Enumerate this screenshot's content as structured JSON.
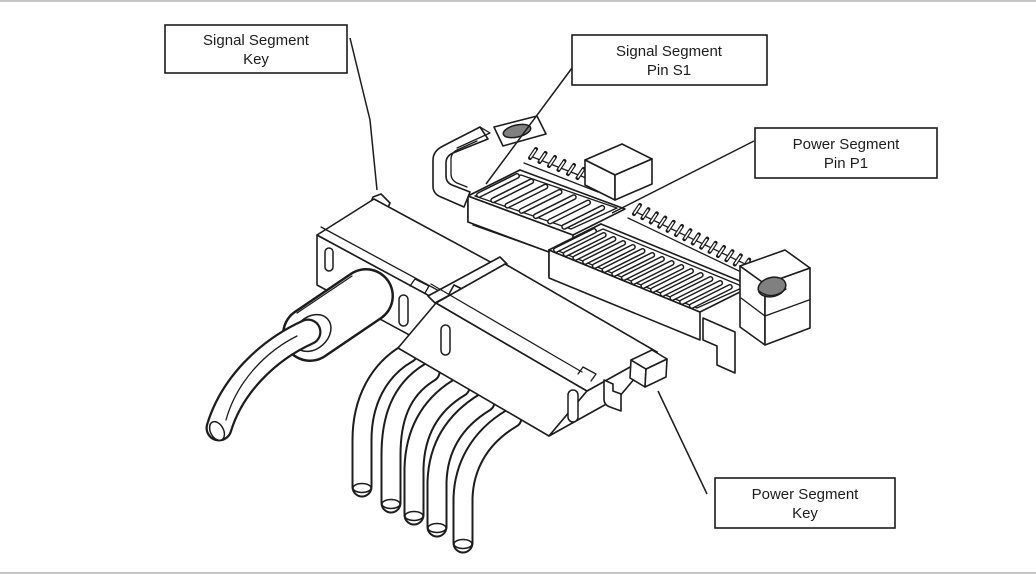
{
  "figure": {
    "type": "technical-line-diagram",
    "subject": "SATA connector: device plug with signal and power segments, signal cable receptacle and power cable receptacle",
    "background_color": "#ffffff",
    "line_color": "#1c1c1c",
    "hole_shade_color": "#808080",
    "edge_strip_color": "#c6c6c6"
  },
  "callouts": [
    {
      "id": "signal-segment-key",
      "line1": "Signal Segment",
      "line2": "Key"
    },
    {
      "id": "signal-segment-pin-s1",
      "line1": "Signal Segment",
      "line2": "Pin S1"
    },
    {
      "id": "power-segment-pin-p1",
      "line1": "Power Segment",
      "line2": "Pin P1"
    },
    {
      "id": "power-segment-key",
      "line1": "Power Segment",
      "line2": "Key"
    }
  ]
}
